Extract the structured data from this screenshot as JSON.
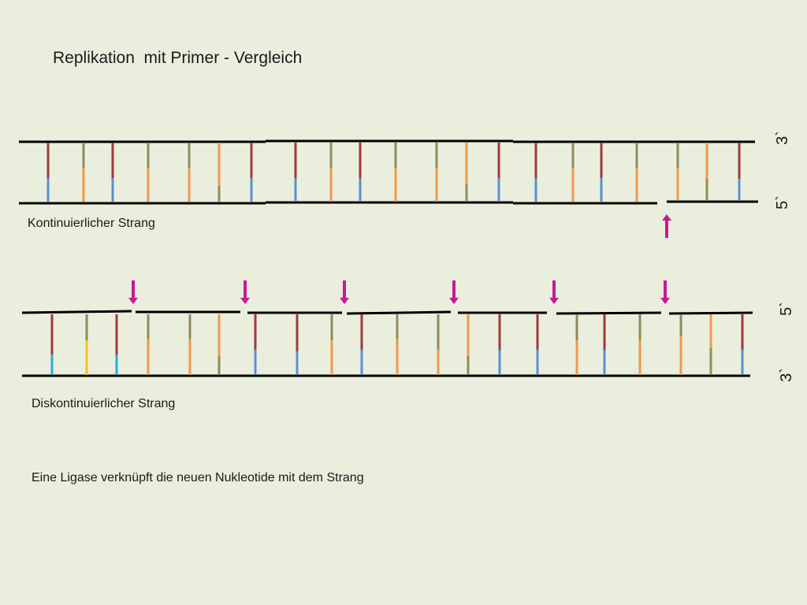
{
  "title": "Replikation  mit Primer - Vergleich",
  "labels": {
    "continuous_strand": "Kontinuierlicher Strang",
    "discontinuous_strand": "Diskontinuierlicher Strang",
    "ligase_caption": "Eine Ligase verknüpft die neuen Nukleotide mit dem Strang"
  },
  "strand_ends": {
    "top_upper": "3`",
    "top_lower": "5`",
    "bottom_upper": "5`",
    "bottom_lower": "3`"
  },
  "colors": {
    "background": "#eaeedd",
    "strand": "#000000",
    "arrow": "#c8199a",
    "dark_red": "#a0393b",
    "olive": "#8f8c57",
    "orange": "#f0994b",
    "blue": "#5b8fd0",
    "cyan": "#23b0dc",
    "yellow": "#f2c318"
  },
  "icons": {
    "pointer_arrow": "magenta-arrow-icon"
  }
}
